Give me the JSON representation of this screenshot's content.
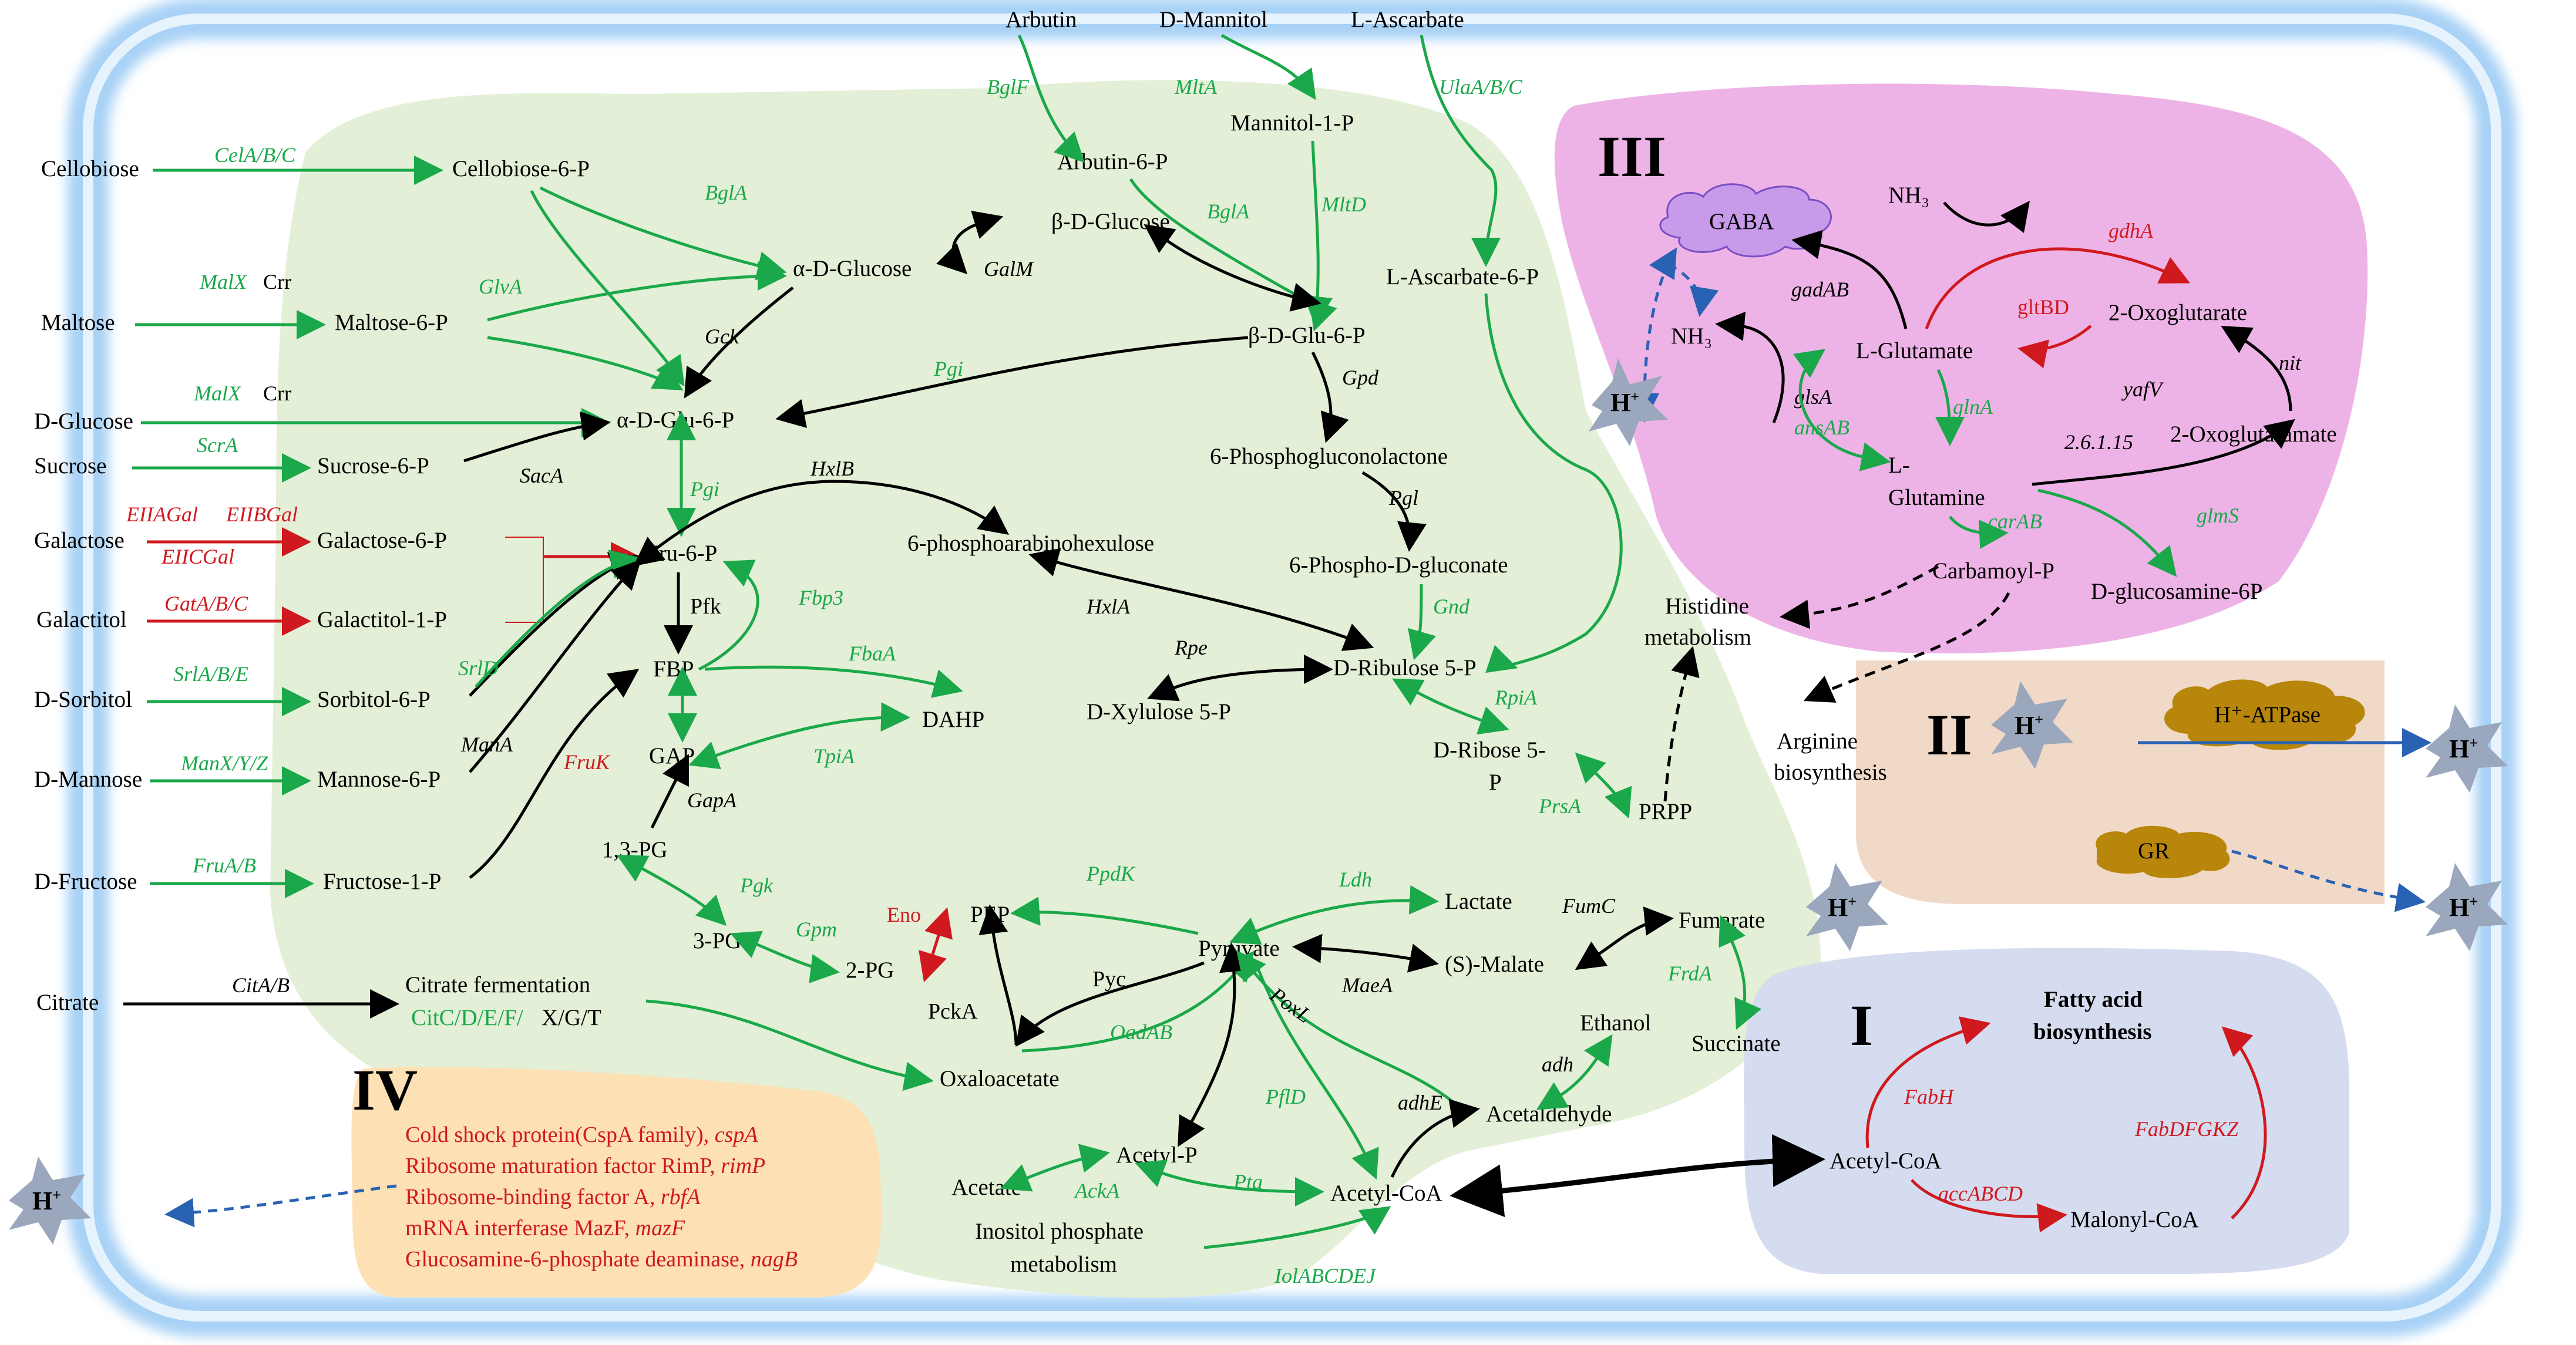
{
  "colors": {
    "enzyme_green": "#1aa84a",
    "enzyme_red": "#d0191f",
    "membrane": "#7fb8f0",
    "cytoplasm": "#e3efd6",
    "region_III": "#eeb3e6",
    "region_II": "#f1d9c8",
    "region_I": "#d6dcef",
    "region_IV": "#fde0b3"
  },
  "regions": {
    "I": "I",
    "II": "II",
    "III": "III",
    "IV": "IV"
  },
  "substrates": {
    "cellobiose": "Cellobiose",
    "maltose": "Maltose",
    "dglucose": "D-Glucose",
    "sucrose": "Sucrose",
    "galactose": "Galactose",
    "galactitol": "Galactitol",
    "dsorbitol": "D-Sorbitol",
    "dmannose": "D-Mannose",
    "dfructose": "D-Fructose",
    "citrate": "Citrate",
    "arbutin": "Arbutin",
    "dmannitol": "D-Mannitol",
    "lascarbate": "L-Ascarbate"
  },
  "metabolites": {
    "cellobiose6p": "Cellobiose-6-P",
    "maltose6p": "Maltose-6-P",
    "sucrose6p": "Sucrose-6-P",
    "galactose6p": "Galactose-6-P",
    "galactitol1p": "Galactitol-1-P",
    "sorbitol6p": "Sorbitol-6-P",
    "mannose6p": "Mannose-6-P",
    "fructose1p": "Fructose-1-P",
    "citrate_ferm": "Citrate fermentation",
    "arbutin6p": "Arbutin-6-P",
    "mannitol1p": "Mannitol-1-P",
    "bdglucose": "β-D-Glucose",
    "adglucose": "α-D-Glucose",
    "adglu6p": "α-D-Glu-6-P",
    "bdglu6p": "β-D-Glu-6-P",
    "lascarbate6p": "L-Ascarbate-6-P",
    "fru6p": "Fru-6-P",
    "fbp": "FBP",
    "gap": "GAP",
    "dahp": "DAHP",
    "pg13": "1,3-PG",
    "pg3": "3-PG",
    "pg2": "2-PG",
    "pep": "PEP",
    "pyruvate": "Pyruvate",
    "lactate": "Lactate",
    "smalate": "(S)-Malate",
    "fumarate": "Fumarate",
    "succinate": "Succinate",
    "ethanol": "Ethanol",
    "acetaldehyde": "Acetaldehyde",
    "oxaloacetate": "Oxaloacetate",
    "acetylp": "Acetyl-P",
    "acetate": "Acetate",
    "acetylcoa": "Acetyl-CoA",
    "inositol1": "Inositol phosphate",
    "inositol2": "metabolism",
    "hexulose": "6-phosphoarabinohexulose",
    "gluconolactone": "6-Phosphogluconolactone",
    "gluconate": "6-Phospho-D-gluconate",
    "ribulose5p": "D-Ribulose 5-P",
    "xylulose5p": "D-Xylulose 5-P",
    "ribose5p_1": "D-Ribose 5-",
    "ribose5p_2": "P",
    "prpp": "PRPP",
    "histidine1": "Histidine",
    "histidine2": "metabolism",
    "arginine1": "Arginine",
    "arginine2": "biosynthesis",
    "gaba": "GABA",
    "nh3_a": "NH₃",
    "nh3_b": "NH₃",
    "lglutamate": "L-Glutamate",
    "oxoglutarate": "2-Oxoglutarate",
    "lglutamine1": "L-",
    "lglutamine2": "Glutamine",
    "oxoglutaramate": "2-Oxoglutaramate",
    "carbamoylp": "Carbamoyl-P",
    "glucosamine6p": "D-glucosamine-6P",
    "fa1": "Fatty acid",
    "fa2": "biosynthesis",
    "acetylcoa_i": "Acetyl-CoA",
    "malonylcoa": "Malonyl-CoA",
    "atpase": "H⁺-ATPase",
    "gr": "GR"
  },
  "enzymes": {
    "celabc": "CelA/B/C",
    "malx1": "MalX",
    "crr1": "Crr",
    "malx2": "MalX",
    "crr2": "Crr",
    "scra": "ScrA",
    "eiiagal": "EIIAGal",
    "eiibgal": "EIIBGal",
    "eiicgal": "EIICGal",
    "gatabc": "GatA/B/C",
    "srlabe": "SrlA/B/E",
    "manxyz": "ManX/Y/Z",
    "fruab": "FruA/B",
    "citab": "CitA/B",
    "citc1": "CitC/D/E/F/",
    "citc2": "X/G/T",
    "bglf": "BglF",
    "mlta": "MltA",
    "ulaabc": "UlaA/B/C",
    "bgla1": "BglA",
    "bgla2": "BglA",
    "mltd": "MltD",
    "glva": "GlvA",
    "galm": "GalM",
    "gck": "Gck",
    "pgi1": "Pgi",
    "pgi2": "Pgi",
    "saca": "SacA",
    "pfk": "Pfk",
    "srld": "SrlD",
    "fbp3": "Fbp3",
    "fbaa": "FbaA",
    "mana": "ManA",
    "fruk": "FruK",
    "tpia": "TpiA",
    "gapa": "GapA",
    "pgk": "Pgk",
    "gpm": "Gpm",
    "eno": "Eno",
    "ppdk": "PpdK",
    "ldh": "Ldh",
    "fumc": "FumC",
    "frda": "FrdA",
    "maea": "MaeA",
    "pyc": "Pyc",
    "pcka": "PckA",
    "oadab": "OadAB",
    "poxl": "PoxL",
    "pfld": "PflD",
    "adhe": "adhE",
    "adh": "adh",
    "acka": "AckA",
    "pta": "Pta",
    "iolabcdej": "IolABCDEJ",
    "hxlb": "HxlB",
    "hxla": "HxlA",
    "gpd": "Gpd",
    "pgl": "Pgl",
    "gnd": "Gnd",
    "rpe": "Rpe",
    "rpia": "RpiA",
    "prsa": "PrsA",
    "gadab": "gadAB",
    "gdha": "gdhA",
    "gltbd": "gltBD",
    "glsa": "glsA",
    "ansab": "ansAB",
    "glna": "glnA",
    "yafv": "yafV",
    "ec": "2.6.1.15",
    "nit": "nit",
    "carab": "carAB",
    "glms": "glmS",
    "fabh": "FabH",
    "fabdfgkz": "FabDFGKZ",
    "accabcd": "accABCD"
  },
  "protons": {
    "h1": "H",
    "h2": "H",
    "h3": "H",
    "h4": "H",
    "h5": "H",
    "h6": "H",
    "sup": "+"
  },
  "region_iv": {
    "items": [
      {
        "text": "Cold shock protein(CspA family), ",
        "gene": "cspA"
      },
      {
        "text": "Ribosome maturation factor RimP, ",
        "gene": "rimP"
      },
      {
        "text": "Ribosome-binding factor A, ",
        "gene": "rbfA"
      },
      {
        "text": "mRNA interferase MazF, ",
        "gene": "mazF"
      },
      {
        "text": "Glucosamine-6-phosphate deaminase, ",
        "gene": "nagB"
      }
    ]
  }
}
